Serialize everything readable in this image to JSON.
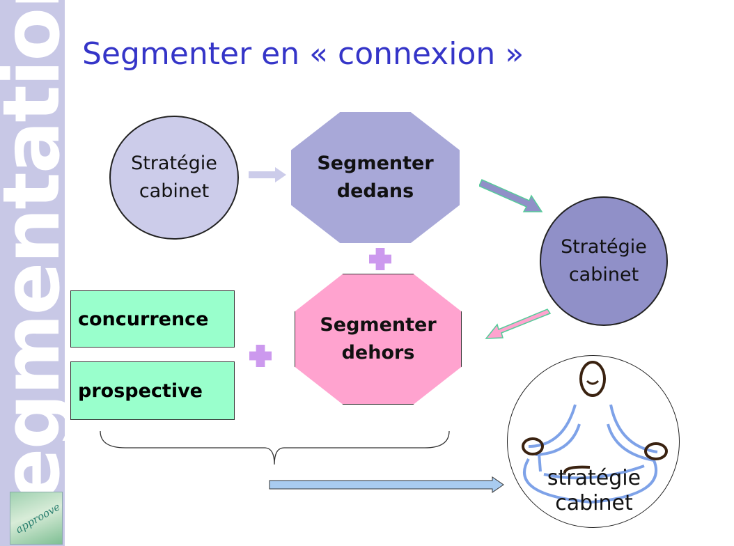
{
  "sidebar": {
    "text": "segmentation",
    "logo_text": "approove"
  },
  "title": "Segmenter en « connexion »",
  "nodes": {
    "strategy1": "Stratégie cabinet",
    "inside": "Segmenter dedans",
    "strategy2": "Stratégie cabinet",
    "outside": "Segmenter dehors",
    "competition": "concurrence",
    "prospective": "prospective",
    "strategy3": "stratégie cabinet"
  },
  "colors": {
    "sidebar": "#c8c8e6",
    "title": "#3535c8",
    "circle1": "#ccccea",
    "octagon1": "#a8a8d8",
    "circle2": "#9090c8",
    "octagon2": "#ffa3cf",
    "box": "#99ffcc",
    "plus": "#cc99ee"
  }
}
